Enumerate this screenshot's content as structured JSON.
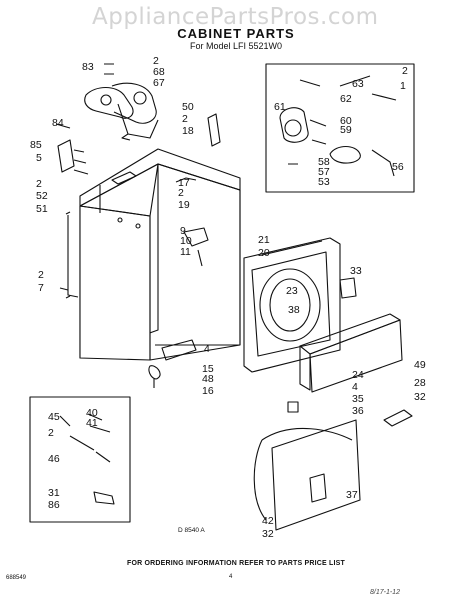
{
  "watermark": "AppliancePartsPros.com",
  "title": "CABINET PARTS",
  "subtitle": "For Model LFI 5521W0",
  "diagram_code": "D 8540 A",
  "footer": "FOR ORDERING INFORMATION REFER TO PARTS PRICE LIST",
  "doc_code": "688549",
  "page_mark": "4",
  "handwritten": "8/17-1-12",
  "part_numbers": [
    "83",
    "2",
    "68",
    "67",
    "50",
    "2",
    "18",
    "85",
    "84",
    "5",
    "2",
    "52",
    "51",
    "17",
    "2",
    "19",
    "9",
    "10",
    "11",
    "21",
    "20",
    "33",
    "23",
    "38",
    "2",
    "7",
    "4",
    "15",
    "48",
    "16",
    "49",
    "24",
    "4",
    "35",
    "36",
    "28",
    "32",
    "45",
    "40",
    "41",
    "2",
    "46",
    "31",
    "86",
    "37",
    "42",
    "32",
    "2",
    "1",
    "63",
    "62",
    "61",
    "60",
    "59",
    "58",
    "57",
    "53",
    "56"
  ]
}
